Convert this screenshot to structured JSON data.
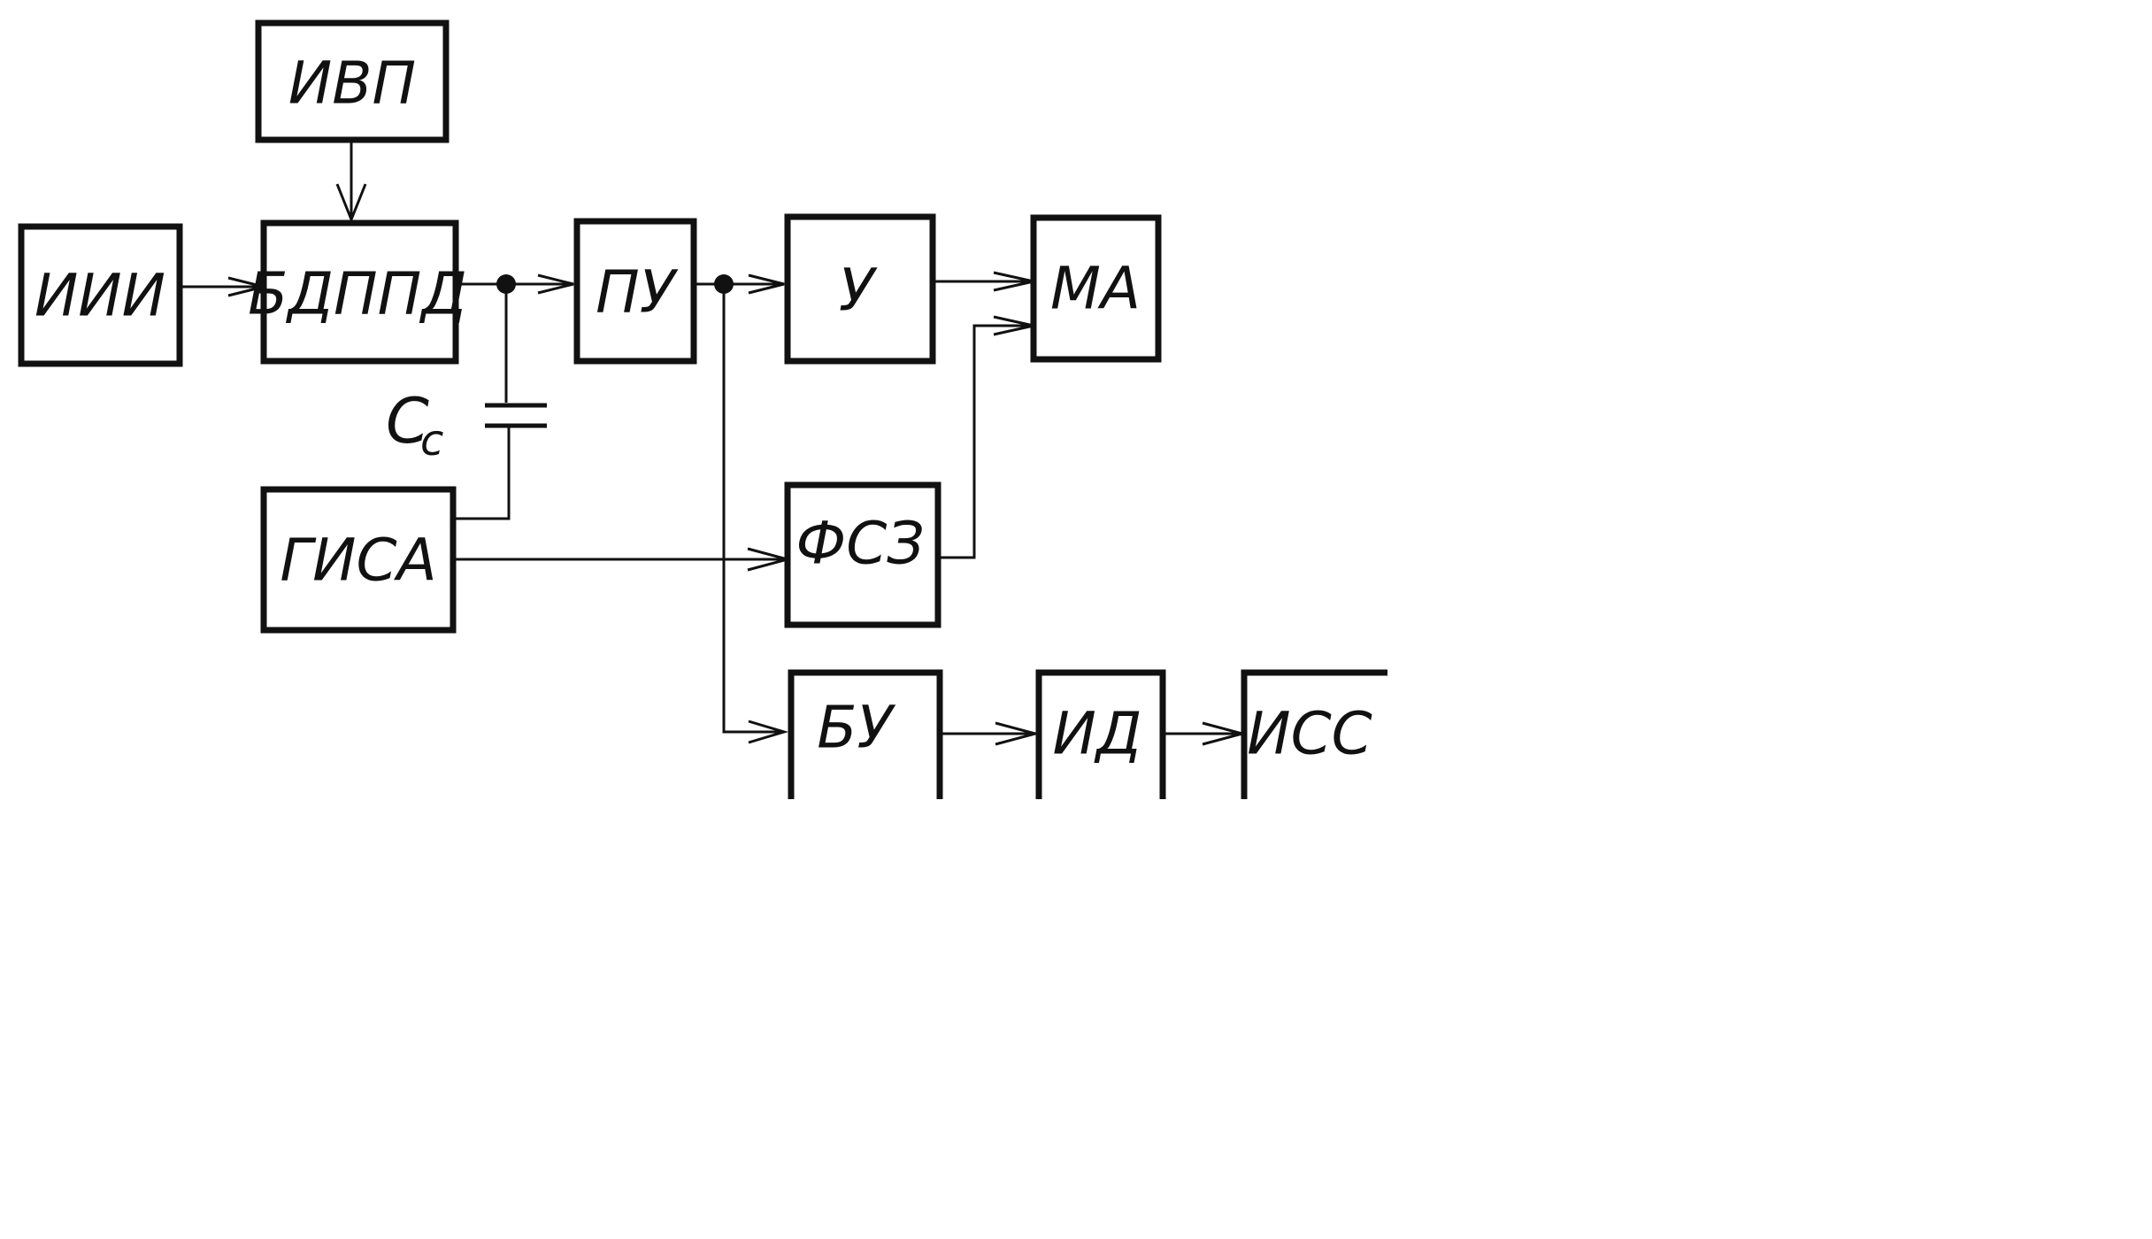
{
  "blocks": {
    "ivp": "ИВП",
    "iii": "ИИИ",
    "bdppd": "БДППД",
    "pu": "ПУ",
    "u": "У",
    "ma": "МА",
    "gisa": "ГИСА",
    "fsz": "ФСЗ",
    "bu": "БУ",
    "id": "ИД",
    "iss": "ИСС"
  },
  "capacitor": {
    "symbol": "C",
    "subscript": "c"
  }
}
